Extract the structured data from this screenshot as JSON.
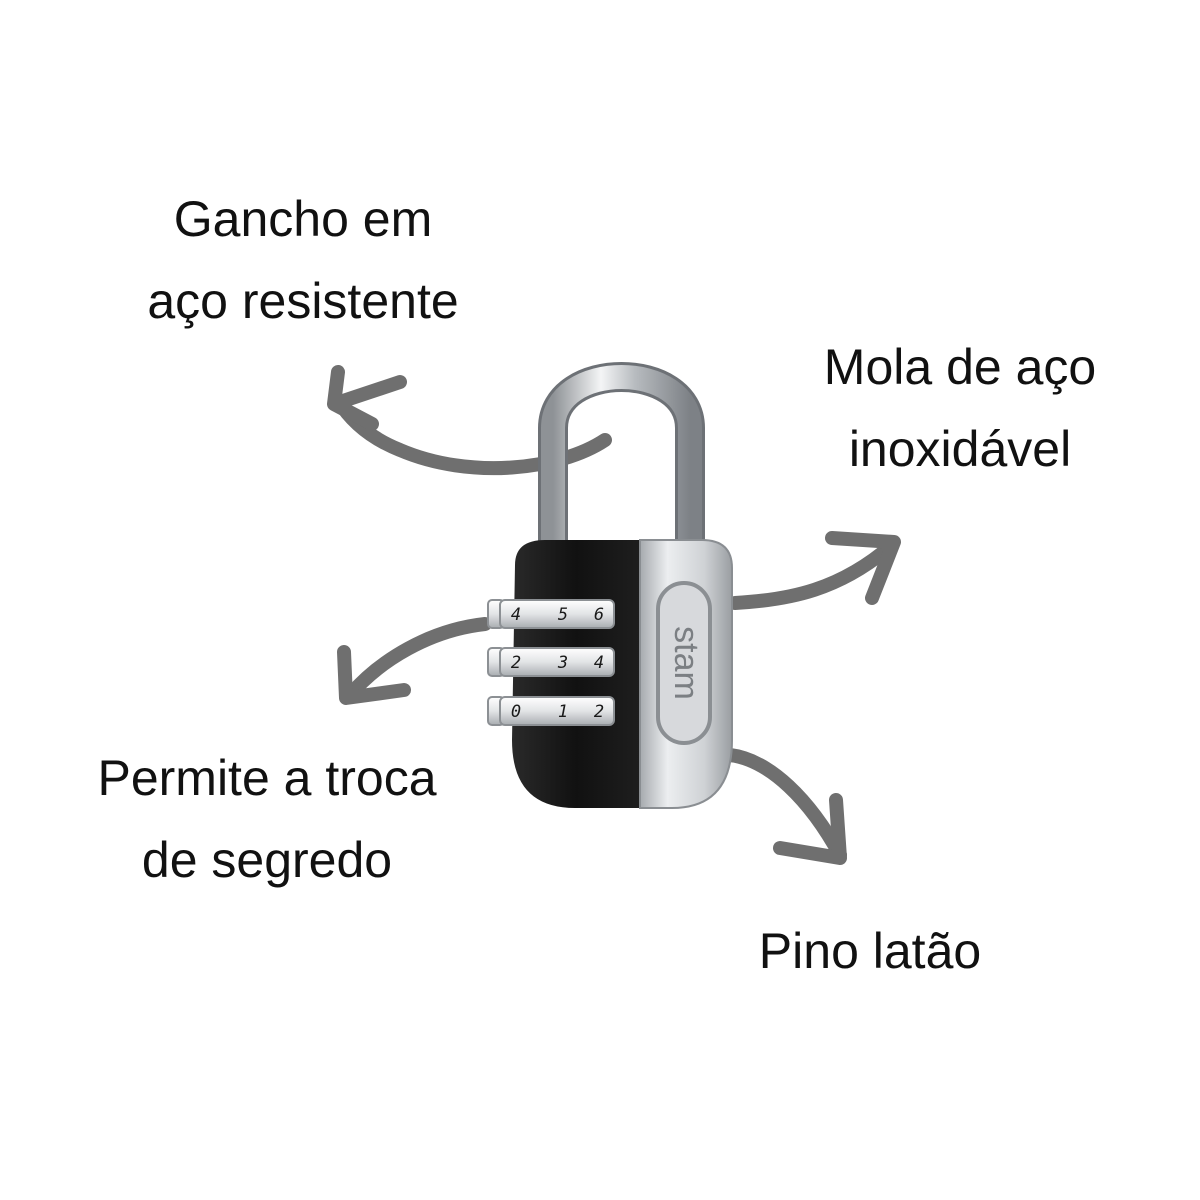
{
  "callouts": {
    "shackle": {
      "line1": "Gancho em",
      "line2": "aço resistente"
    },
    "spring": {
      "line1": "Mola de aço",
      "line2": "inoxidável"
    },
    "reset": {
      "line1": "Permite a troca",
      "line2": "de segredo"
    },
    "pin": {
      "line1": "Pino latão"
    }
  },
  "lock": {
    "brand": "stam",
    "dials": [
      [
        "4",
        "5",
        "6"
      ],
      [
        "2",
        "3",
        "4"
      ],
      [
        "0",
        "1",
        "2"
      ]
    ]
  },
  "colors": {
    "arrow": "#6f6f6f",
    "body_black": "#161616",
    "metal": "#c9ccd0"
  },
  "icons": [
    "curved-arrow-icon",
    "padlock-icon"
  ]
}
